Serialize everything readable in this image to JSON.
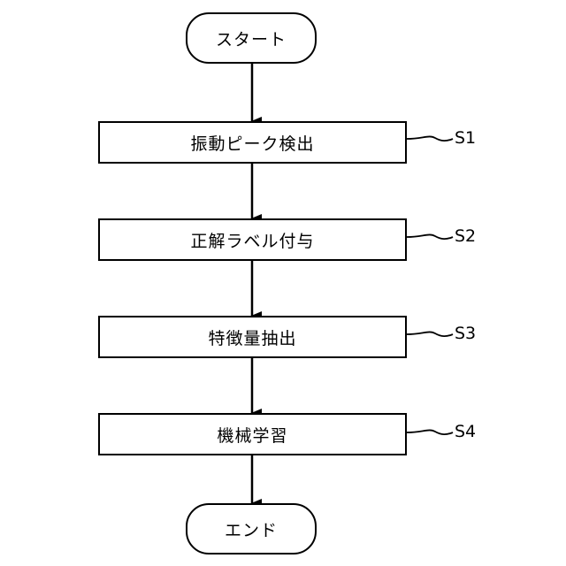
{
  "start": {
    "label": "スタート"
  },
  "steps": [
    {
      "label": "振動ピーク検出",
      "id": "S1"
    },
    {
      "label": "正解ラベル付与",
      "id": "S2"
    },
    {
      "label": "特徴量抽出",
      "id": "S3"
    },
    {
      "label": "機械学習",
      "id": "S4"
    }
  ],
  "end": {
    "label": "エンド"
  }
}
